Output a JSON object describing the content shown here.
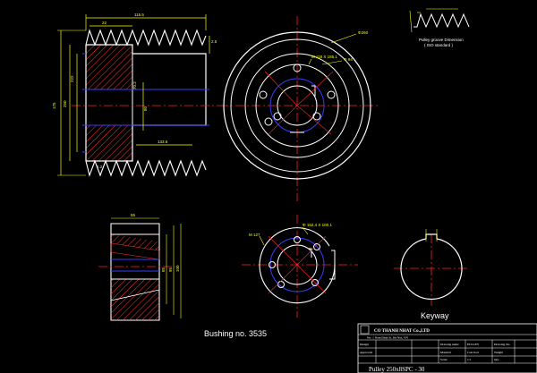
{
  "colors": {
    "background": "#000000",
    "outline": "#ffffff",
    "dimension": "#ffff00",
    "hatch": "#ff3333",
    "center_line": "#ff2020",
    "hidden": "#3b3bff",
    "dim_text": "#ffff00"
  },
  "drawing": {
    "main_section": {
      "top_dims": [
        "115.5",
        "22",
        "2.5"
      ],
      "left_dims": [
        "175",
        "250",
        "222"
      ],
      "inner_dims": [
        "70.2",
        "80"
      ],
      "bottom_dims": [
        "1.2",
        "133.6"
      ]
    },
    "front_view": {
      "labels": [
        "Φ260",
        "M 118 X 185.1",
        "Φ 94"
      ]
    },
    "groove_detail": {
      "caption_line1": "Pulley groove Dimension",
      "caption_line2": "( ISO standard )"
    },
    "bushing_side": {
      "top_dim": "55",
      "side_dims": [
        "85",
        "95",
        "100"
      ]
    },
    "bushing_front": {
      "labels": [
        "M 127",
        "Φ 152.4 X 100.1"
      ]
    },
    "bushing_caption": "Bushing no. 3535",
    "keyway_caption": "Keyway"
  },
  "title_block": {
    "company": "CO THANH NHAT Co.,LTD",
    "address": "No: 1 Nam Dinh St, Ha Noi, VN",
    "rows": [
      {
        "label": "Design",
        "value": "",
        "field": "Drawing name",
        "field_value": "PULLEY",
        "field2": "Drawing No."
      },
      {
        "label": "Approved",
        "value": "",
        "field": "Material",
        "field_value": "Cast Iron",
        "field2": "Weight"
      },
      {
        "label": "",
        "value": "",
        "field": "Scale",
        "field_value": "1/1",
        "field2": "Qty"
      }
    ],
    "part_name": "Pulley 250x8SPC - 30"
  }
}
